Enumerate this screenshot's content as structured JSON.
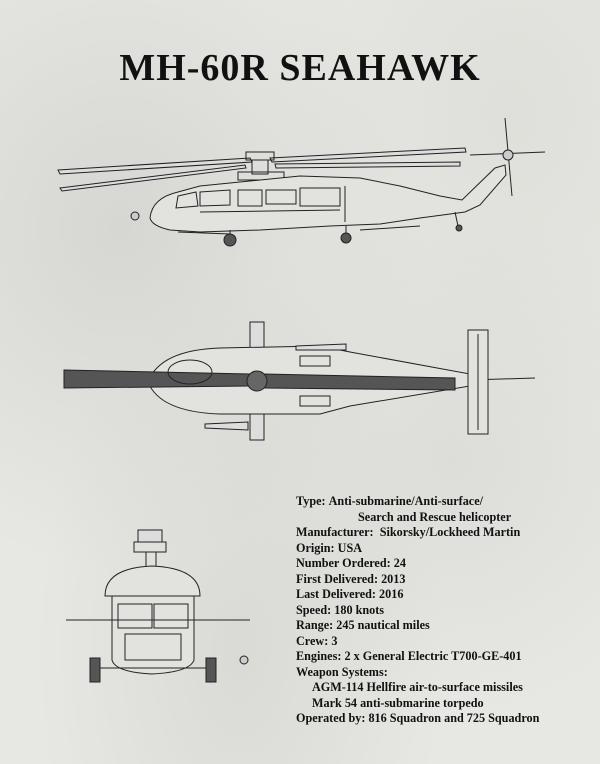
{
  "title": "MH-60R SEAHAWK",
  "specs": {
    "type_label": "Type:",
    "type_value_1": "Anti-submarine/Anti-surface/",
    "type_value_2": "Search and Rescue helicopter",
    "manufacturer_label": "Manufacturer:",
    "manufacturer_value": "Sikorsky/Lockheed Martin",
    "origin_label": "Origin:",
    "origin_value": "USA",
    "ordered_label": "Number Ordered:",
    "ordered_value": "24",
    "first_label": "First Delivered:",
    "first_value": "2013",
    "last_label": "Last Delivered:",
    "last_value": "2016",
    "speed_label": "Speed:",
    "speed_value": "180 knots",
    "range_label": "Range:",
    "range_value": "245 nautical miles",
    "crew_label": "Crew:",
    "crew_value": "3",
    "engines_label": "Engines:",
    "engines_value": "2 x General Electric T700-GE-401",
    "weapons_label": "Weapon Systems:",
    "weapons_1": "AGM-114 Hellfire air-to-surface missiles",
    "weapons_2": "Mark 54 anti-submarine torpedo",
    "operated_label": "Operated by:",
    "operated_value": "816 Squadron and 725 Squadron"
  },
  "colors": {
    "background": "#e7e7e3",
    "ink": "#111111",
    "blade": "#555555"
  }
}
